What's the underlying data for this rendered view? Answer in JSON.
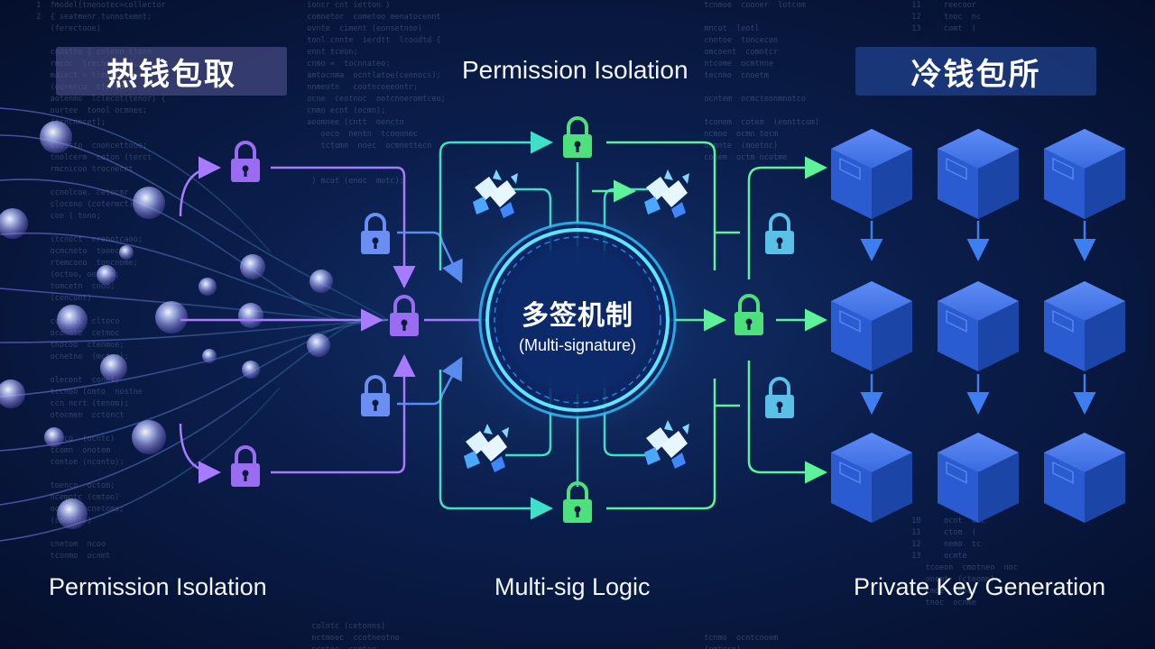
{
  "titles": {
    "hot_wallet": "热钱包取",
    "top_center": "Permission Isolation",
    "cold_wallet": "冷钱包所"
  },
  "center": {
    "title": "多签机制",
    "subtitle": "(Multi-signature)"
  },
  "bottom_labels": {
    "left": "Permission Isolation",
    "center": "Multi-sig Logic",
    "right": "Private Key Generation"
  },
  "colors": {
    "purple_flow": "#a77bff",
    "blue_flow": "#5a8cf0",
    "teal_flow": "#3fe0c8",
    "green_flow": "#5ef39a",
    "lock_purple": "#9a6cf2",
    "lock_blue": "#6a8ef2",
    "lock_green": "#4fe07e",
    "cube_blue": "#2b5fd9",
    "ring_cyan": "#3ad8ff"
  },
  "icons": [
    "lock-icon",
    "broken-key-icon",
    "storage-cube-icon",
    "arrow-icon"
  ]
}
